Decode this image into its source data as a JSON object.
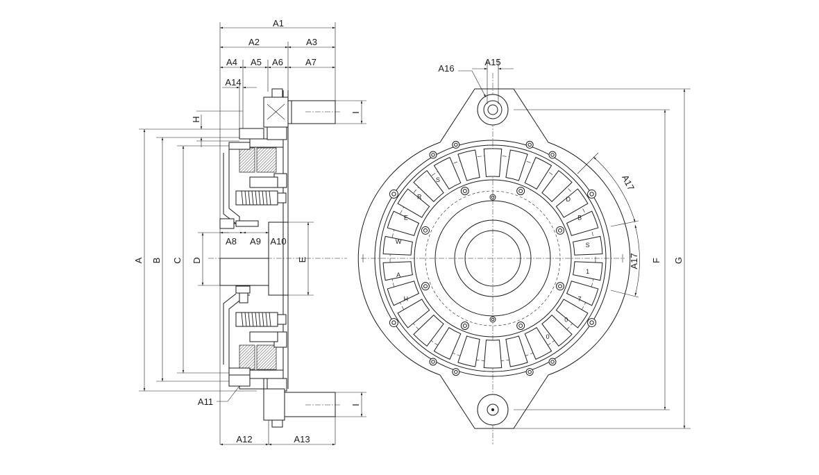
{
  "side_view": {
    "top_dims": [
      "A1",
      "A2",
      "A3",
      "A4",
      "A5",
      "A6",
      "A7",
      "A14"
    ],
    "left_dims": [
      "A",
      "B",
      "C",
      "D",
      "H"
    ],
    "right_dims": [
      "E",
      "I",
      "I"
    ],
    "mid_dims": [
      "A8",
      "A9",
      "A10"
    ],
    "bottom_dims": [
      "A11",
      "A12",
      "A13"
    ]
  },
  "front_view": {
    "top_dims": [
      "A16",
      "A15"
    ],
    "right_dims": [
      "A17",
      "A17",
      "F",
      "G"
    ],
    "segment_letters": [
      "S",
      "R",
      "E",
      "W",
      "A",
      "H",
      "D",
      "B",
      "S",
      "1",
      "7",
      "0",
      "0"
    ]
  },
  "colors": {
    "line": "#1a1a1a",
    "background": "#ffffff"
  }
}
